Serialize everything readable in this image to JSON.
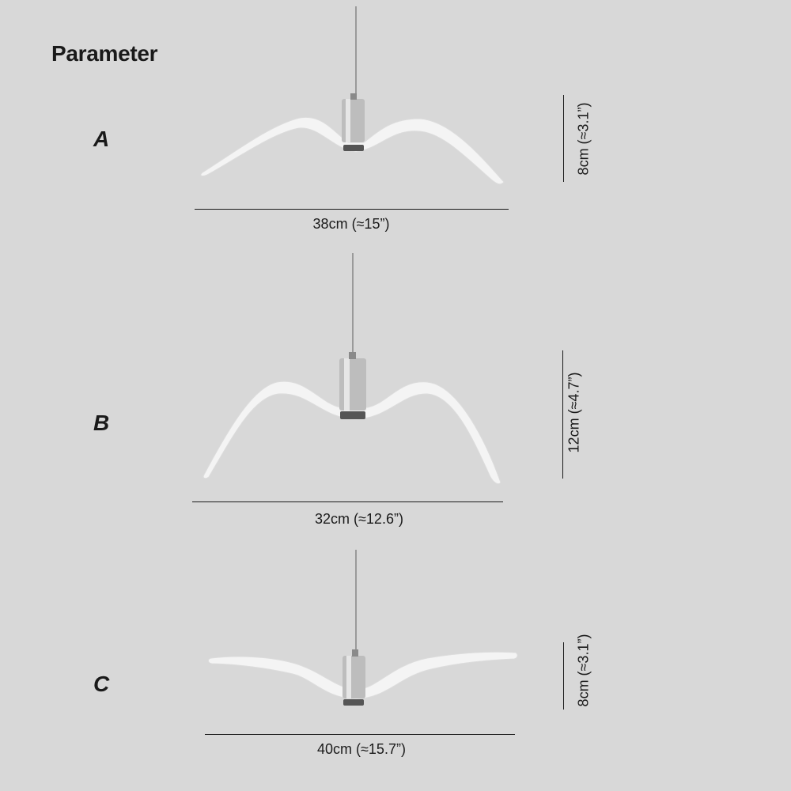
{
  "title": "Parameter",
  "variants": [
    {
      "letter": "A",
      "width_label": "38cm (≈15”)",
      "height_label": "8cm (≈3.1”)"
    },
    {
      "letter": "B",
      "width_label": "32cm (≈12.6”)",
      "height_label": "12cm (≈4.7”)"
    },
    {
      "letter": "C",
      "width_label": "40cm (≈15.7”)",
      "height_label": "8cm (≈3.1”)"
    }
  ],
  "colors": {
    "background": "#d8d8d8",
    "wing": "#f4f4f4",
    "chrome": "#b9b9b9"
  }
}
